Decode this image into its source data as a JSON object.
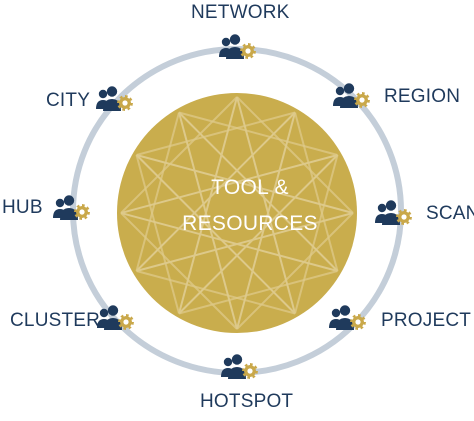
{
  "colors": {
    "ring": "#c4ced9",
    "circle_fill": "#c9ad4d",
    "circle_lines": "#ddc98a",
    "people": "#1f3a5c",
    "gear": "#c9a84a",
    "label": "#1f3a5c"
  },
  "center": {
    "line1": "TOOL &",
    "line2": "RESOURCES"
  },
  "nodes": [
    {
      "label": "NETWORK",
      "icon": "people-gear-icon"
    },
    {
      "label": "REGION",
      "icon": "people-gear-icon"
    },
    {
      "label": "SCAN",
      "icon": "people-gear-icon"
    },
    {
      "label": "PROJECT",
      "icon": "people-gear-icon"
    },
    {
      "label": "HOTSPOT",
      "icon": "people-gear-icon"
    },
    {
      "label": "CLUSTER",
      "icon": "people-gear-icon"
    },
    {
      "label": "HUB",
      "icon": "people-gear-icon"
    },
    {
      "label": "CITY",
      "icon": "people-gear-icon"
    }
  ]
}
